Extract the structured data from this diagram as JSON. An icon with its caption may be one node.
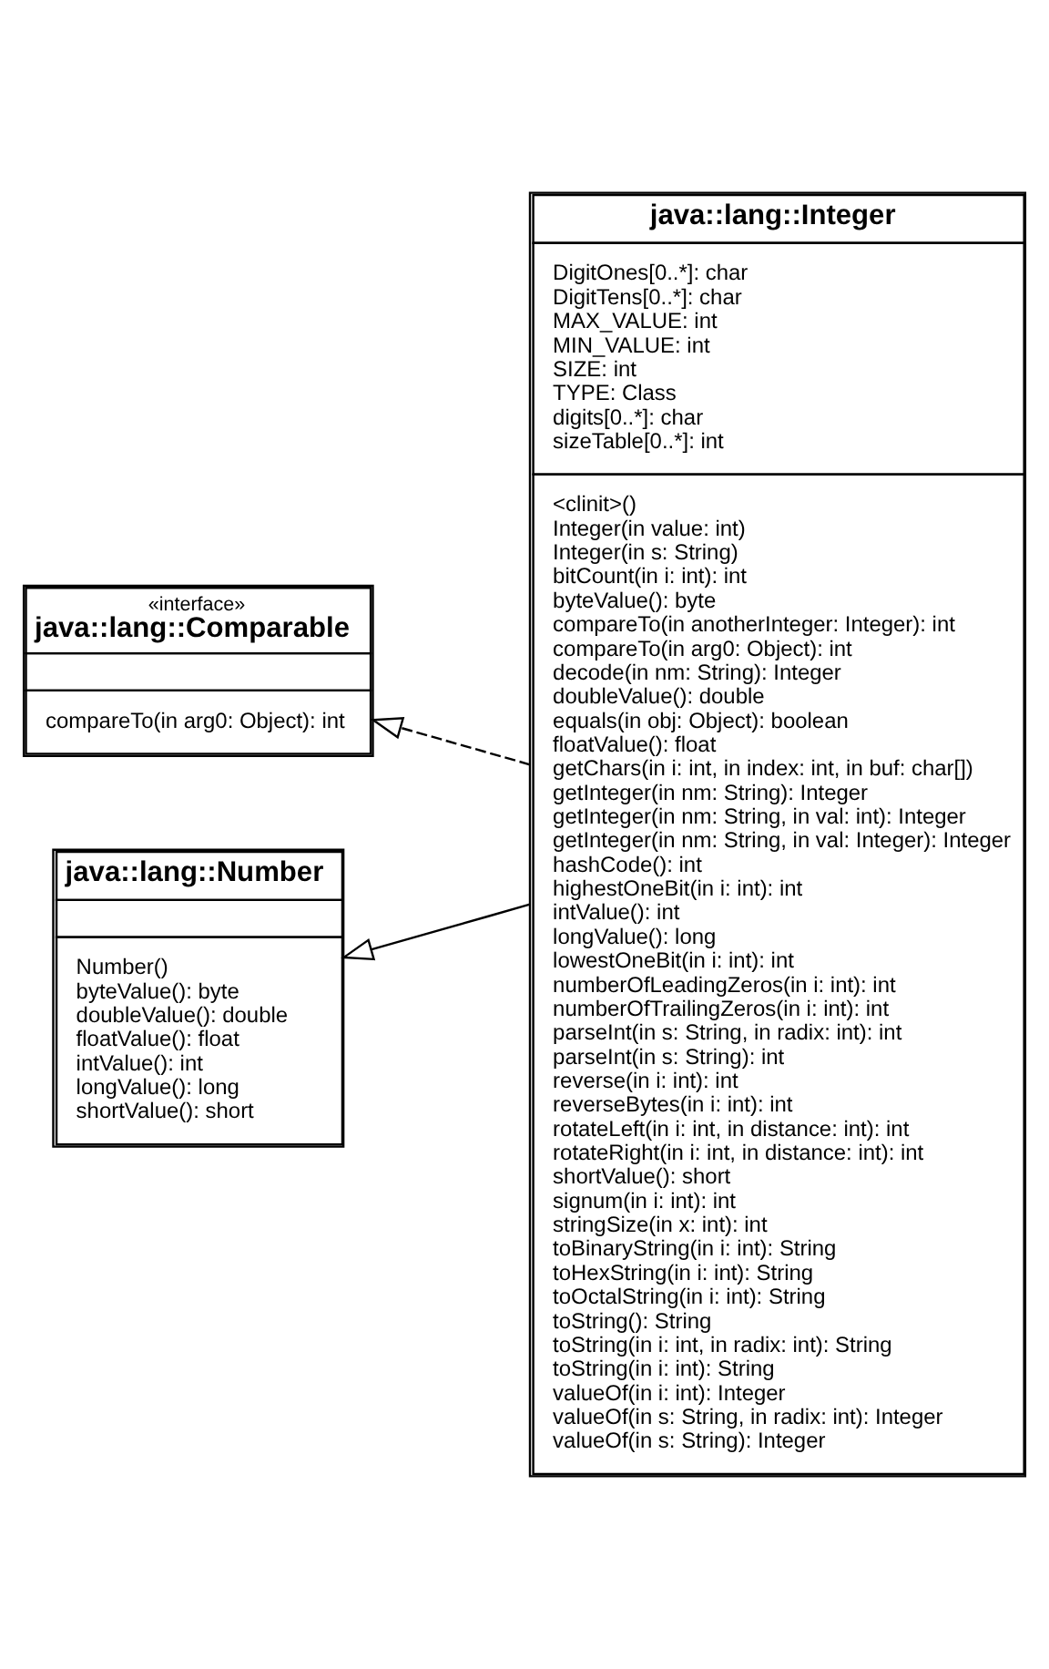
{
  "diagram": {
    "nodes": [
      {
        "text": [
          "java::lang::Integer",
          "DigitOnes[0..*]: char",
          "DigitTens[0..*]: char",
          "MAX_VALUE: int",
          "MIN_VALUE: int",
          "SIZE: int",
          "TYPE: Class",
          "digits[0..*]: char",
          "sizeTable[0..*]: int",
          "<clinit>()",
          "Integer(in value: int)",
          "Integer(in s: String)",
          "bitCount(in i: int): int",
          "byteValue(): byte",
          "compareTo(in anotherInteger: Integer): int",
          "compareTo(in arg0: Object): int",
          "decode(in nm: String): Integer",
          "doubleValue(): double",
          "equals(in obj: Object): boolean",
          "floatValue(): float",
          "getChars(in i: int, in index: int, in buf: char[])",
          "getInteger(in nm: String): Integer",
          "getInteger(in nm: String, in val: int): Integer",
          "getInteger(in nm: String, in val: Integer): Integer",
          "hashCode(): int",
          "highestOneBit(in i: int): int",
          "intValue(): int",
          "longValue(): long",
          "lowestOneBit(in i: int): int",
          "numberOfLeadingZeros(in i: int): int",
          "numberOfTrailingZeros(in i: int): int",
          "parseInt(in s: String, in radix: int): int",
          "parseInt(in s: String): int",
          "reverse(in i: int): int",
          "reverseBytes(in i: int): int",
          "rotateLeft(in i: int, in distance: int): int",
          "rotateRight(in i: int, in distance: int): int",
          "shortValue(): short",
          "signum(in i: int): int",
          "stringSize(in x: int): int",
          "toBinaryString(in i: int): String",
          "toHexString(in i: int): String",
          "toOctalString(in i: int): String",
          "toString(): String",
          "toString(in i: int, in radix: int): String",
          "toString(in i: int): String",
          "valueOf(in i: int): Integer",
          "valueOf(in s: String, in radix: int): Integer",
          "valueOf(in s: String): Integer"
        ]
      },
      {
        "text": [
          "«interface»",
          "java::lang::Comparable",
          "compareTo(in arg0: Object): int"
        ]
      },
      {
        "text": [
          "java::lang::Number",
          "Number()",
          "byteValue(): byte",
          "doubleValue(): double",
          "floatValue(): float",
          "intValue(): int",
          "longValue(): long",
          "shortValue(): short"
        ]
      }
    ],
    "edges": [
      {
        "from": 0,
        "to": 1,
        "arrow": "to",
        "style": "dashed"
      },
      {
        "from": 0,
        "to": 2,
        "arrow": "to"
      }
    ]
  }
}
